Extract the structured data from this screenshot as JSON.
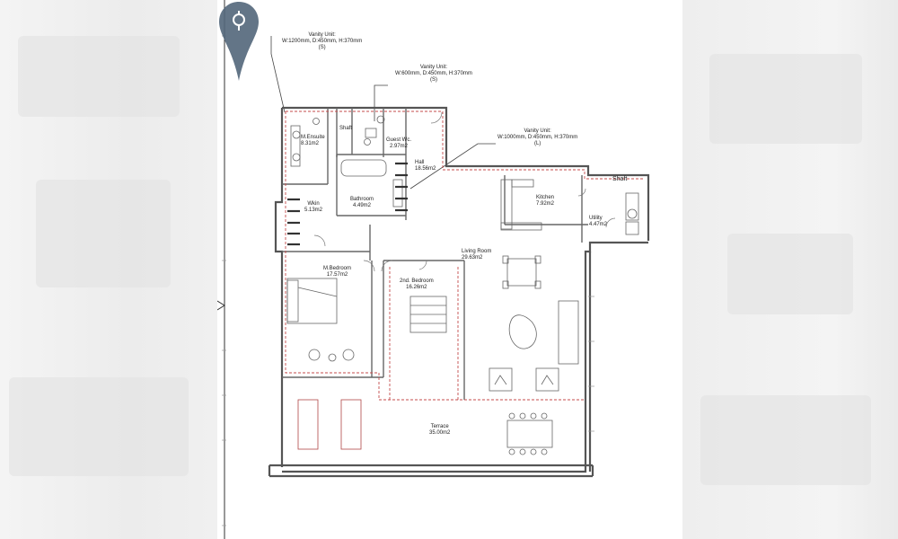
{
  "vanity_units": [
    {
      "title": "Vanity Unit:",
      "dims": "W:1200mm, D:450mm, H:370mm",
      "code": "(S)"
    },
    {
      "title": "Vanity Unit:",
      "dims": "W:600mm, D:450mm, H:370mm",
      "code": "(S)"
    },
    {
      "title": "Vanity Unit:",
      "dims": "W:1000mm, D:450mm, H:370mm",
      "code": "(L)"
    }
  ],
  "rooms": {
    "m_ensuite": {
      "name": "M.Ensuite",
      "area": "8.31m2"
    },
    "shaft_left": {
      "name": "Shaft"
    },
    "guest_wc": {
      "name": "Guest Wc.",
      "area": "2.97m2"
    },
    "hall": {
      "name": "Hall",
      "area": "18.56m2"
    },
    "bathroom": {
      "name": "Bathroom",
      "area": "4.49m2"
    },
    "wkin": {
      "name": "Wkin",
      "area": "5.13m2"
    },
    "kitchen": {
      "name": "Kitchen",
      "area": "7.92m2"
    },
    "shaft_right": {
      "name": "Shaft"
    },
    "utility": {
      "name": "Utility",
      "area": "4.47m2"
    },
    "living_room": {
      "name": "Living Room",
      "area": "29.63m2"
    },
    "m_bedroom": {
      "name": "M.Bedroom",
      "area": "17.57m2"
    },
    "second_bedroom": {
      "name": "2nd. Bedroom",
      "area": "16.26m2"
    },
    "terrace": {
      "name": "Terrace",
      "area": "35.00m2"
    }
  },
  "colors": {
    "pin": "#52667a",
    "wall": "#555555",
    "accent_red": "#c44b4b"
  },
  "icons": {
    "pin": "location-pin-icon"
  }
}
